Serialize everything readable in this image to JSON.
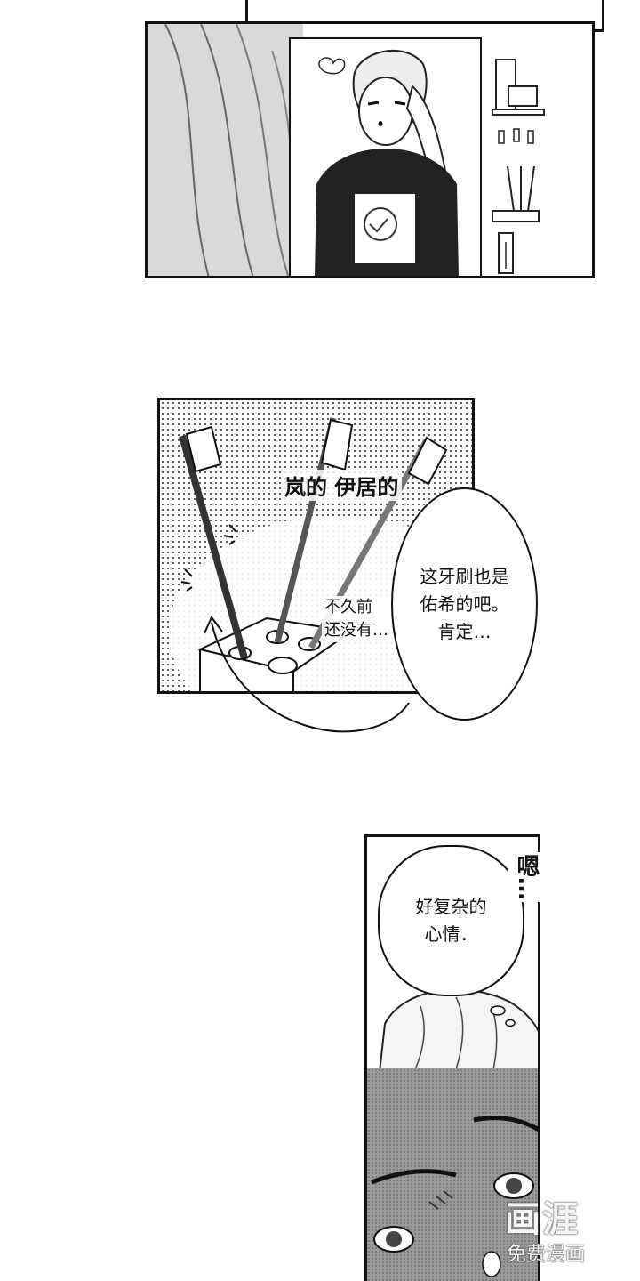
{
  "panel_top": {
    "art": [
      "mirror-reflection",
      "towel",
      "shirt-print",
      "toothbrush-shelf"
    ]
  },
  "panel_toothbrush": {
    "caption_owner": "岚的 伊居的",
    "side_note": [
      "不久前",
      "还没有…"
    ],
    "bubble_text": [
      "这牙刷也是",
      "佑希的吧。",
      "肯定…"
    ]
  },
  "panel_face": {
    "sfx": "嗯…",
    "thought_text": [
      "好复杂的",
      "心情．"
    ]
  },
  "watermark": {
    "logo": "画涯",
    "tagline": "免费漫画"
  }
}
